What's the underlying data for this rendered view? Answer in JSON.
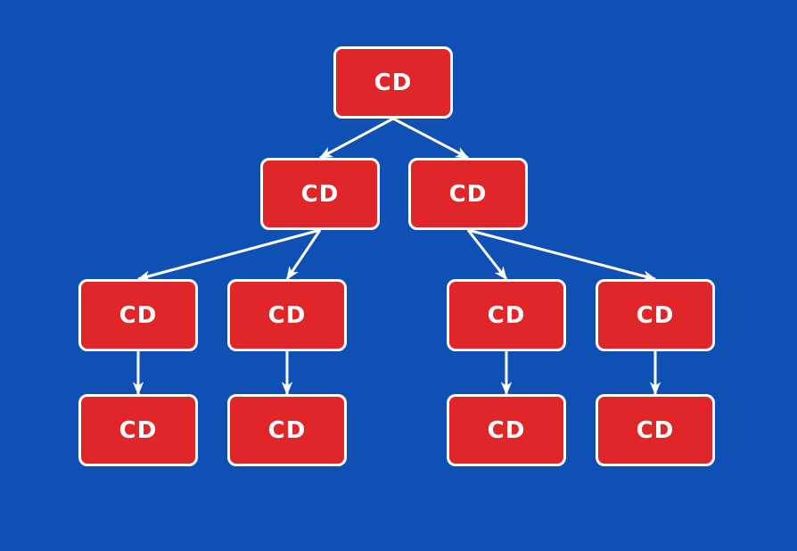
{
  "colors": {
    "background": "#0e50b4",
    "node_fill": "#e02629",
    "node_border": "#ffffff",
    "edge": "#ffffff",
    "label": "#ffffff"
  },
  "nodes": [
    {
      "id": "root",
      "label": "CD"
    },
    {
      "id": "l1-left",
      "label": "CD"
    },
    {
      "id": "l1-right",
      "label": "CD"
    },
    {
      "id": "l2-a",
      "label": "CD"
    },
    {
      "id": "l2-b",
      "label": "CD"
    },
    {
      "id": "l2-c",
      "label": "CD"
    },
    {
      "id": "l2-d",
      "label": "CD"
    },
    {
      "id": "l3-a",
      "label": "CD"
    },
    {
      "id": "l3-b",
      "label": "CD"
    },
    {
      "id": "l3-c",
      "label": "CD"
    },
    {
      "id": "l3-d",
      "label": "CD"
    }
  ],
  "edges": [
    {
      "from": "root",
      "to": "l1-left"
    },
    {
      "from": "root",
      "to": "l1-right"
    },
    {
      "from": "l1-left",
      "to": "l2-a"
    },
    {
      "from": "l1-left",
      "to": "l2-b"
    },
    {
      "from": "l1-right",
      "to": "l2-c"
    },
    {
      "from": "l1-right",
      "to": "l2-d"
    },
    {
      "from": "l2-a",
      "to": "l3-a"
    },
    {
      "from": "l2-b",
      "to": "l3-b"
    },
    {
      "from": "l2-c",
      "to": "l3-c"
    },
    {
      "from": "l2-d",
      "to": "l3-d"
    }
  ]
}
